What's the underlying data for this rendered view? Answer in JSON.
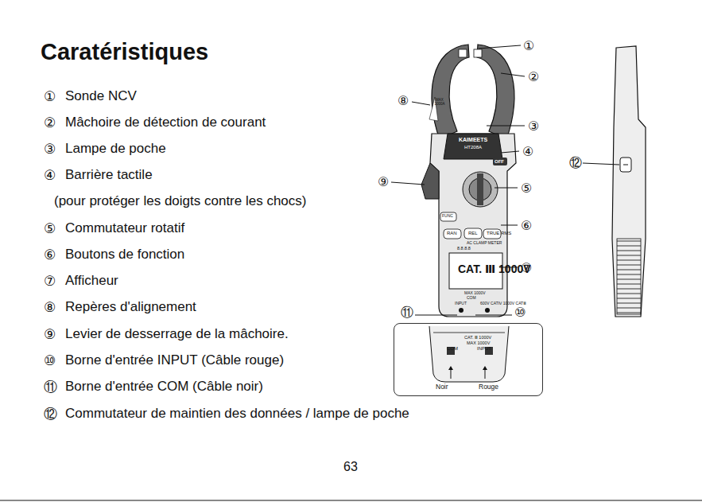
{
  "diagram": {
    "title": "Caratéristiques",
    "nodes": [
      {
        "text": [
          "CAT. Ⅲ 1000V",
          "MAX 1000V",
          "COM",
          "INPUT",
          "Noir",
          "Rouge"
        ]
      }
    ],
    "labels": [
      "①",
      "Sonde NCV",
      "②",
      "Mâchoire de détection de courant",
      "③",
      "Lampe de poche",
      "④",
      "Barrière tactile",
      "(pour protéger les doigts contre les chocs)",
      "⑤",
      "Commutateur rotatif",
      "⑥",
      "Boutons de fonction",
      "⑦",
      "Afficheur",
      "⑧",
      "Repères d'alignement",
      "⑨",
      "Levier de desserrage de la mâchoire.",
      "⑩",
      "Borne d'entrée INPUT (Câble rouge)",
      "⑪",
      "Borne d'entrée COM (Câble noir)",
      "⑫",
      "Commutateur de maintien des données / lampe de poche",
      "①",
      "②",
      "③",
      "④",
      "⑤",
      "⑥",
      "⑦",
      "⑧",
      "⑨",
      "⑩",
      "⑪",
      "⑫",
      "63",
      "KAIMEETS",
      "HT208A",
      "OFF",
      "FUNC",
      "RAN",
      "REL",
      "TRUE RMS",
      "AC CLAMP METER",
      "8.8.8.8",
      "CAT. Ⅲ 1000V",
      "MAX 1000V",
      "COM",
      "INPUT",
      "600V CATⅣ 1000V CATⅢ",
      "MAX 1000A"
    ]
  }
}
